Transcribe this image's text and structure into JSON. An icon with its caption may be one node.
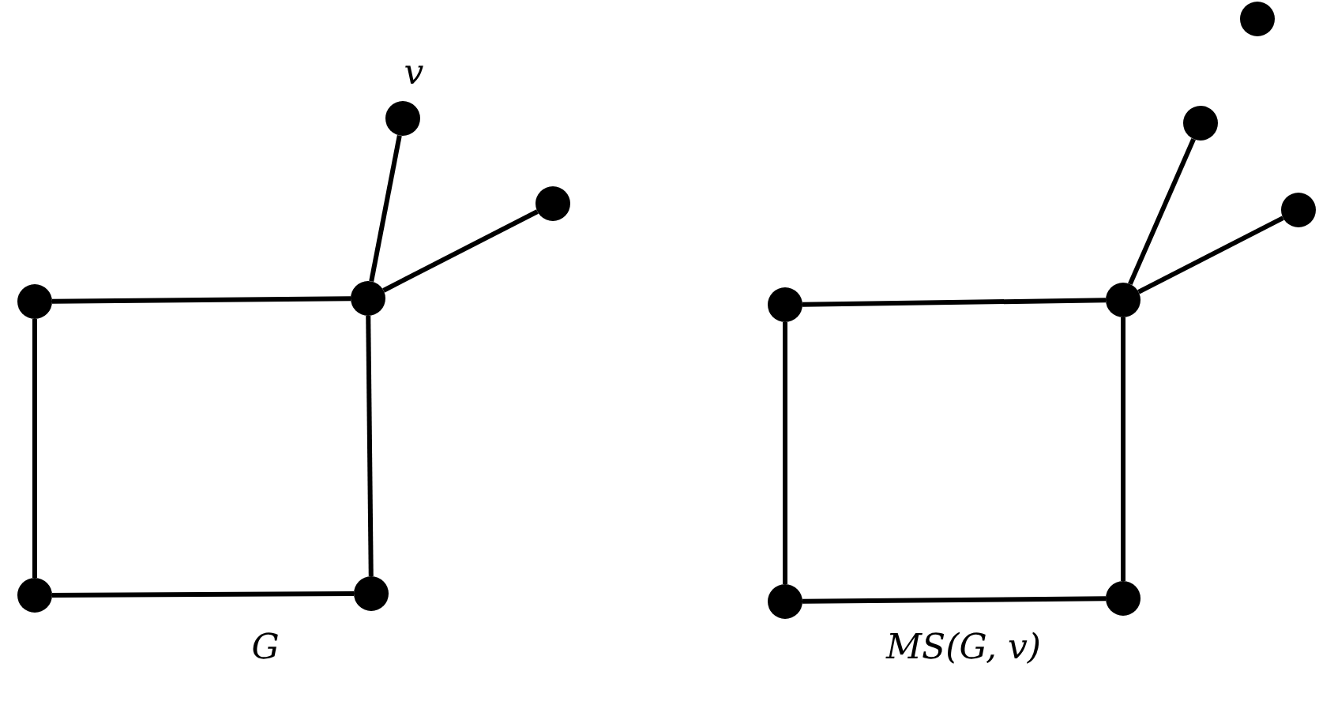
{
  "diagram": {
    "nodes": [
      {
        "text": [],
        "shape": "circle",
        "beside": [
          "v"
        ]
      },
      {
        "text": [],
        "shape": "circle"
      },
      {
        "text": [],
        "shape": "circle"
      },
      {
        "text": [],
        "shape": "circle"
      },
      {
        "text": [],
        "shape": "circle"
      },
      {
        "text": [],
        "shape": "circle"
      },
      {
        "text": [],
        "shape": "circle"
      },
      {
        "text": [],
        "shape": "circle"
      },
      {
        "text": [],
        "shape": "circle"
      },
      {
        "text": [],
        "shape": "circle"
      },
      {
        "text": [],
        "shape": "circle"
      },
      {
        "text": [],
        "shape": "circle"
      },
      {
        "text": [],
        "shape": "circle"
      }
    ],
    "edges": [
      {
        "from": 3,
        "to": 0,
        "arrow": "none"
      },
      {
        "from": 3,
        "to": 1,
        "arrow": "none"
      },
      {
        "from": 2,
        "to": 3,
        "arrow": "none"
      },
      {
        "from": 2,
        "to": 4,
        "arrow": "none"
      },
      {
        "from": 4,
        "to": 5,
        "arrow": "none"
      },
      {
        "from": 3,
        "to": 5,
        "arrow": "none"
      },
      {
        "from": 10,
        "to": 7,
        "arrow": "none"
      },
      {
        "from": 10,
        "to": 8,
        "arrow": "none"
      },
      {
        "from": 9,
        "to": 10,
        "arrow": "none"
      },
      {
        "from": 9,
        "to": 11,
        "arrow": "none"
      },
      {
        "from": 11,
        "to": 12,
        "arrow": "none"
      },
      {
        "from": 10,
        "to": 12,
        "arrow": "none"
      }
    ],
    "labels": [
      "G",
      "MS(G, v)"
    ]
  }
}
